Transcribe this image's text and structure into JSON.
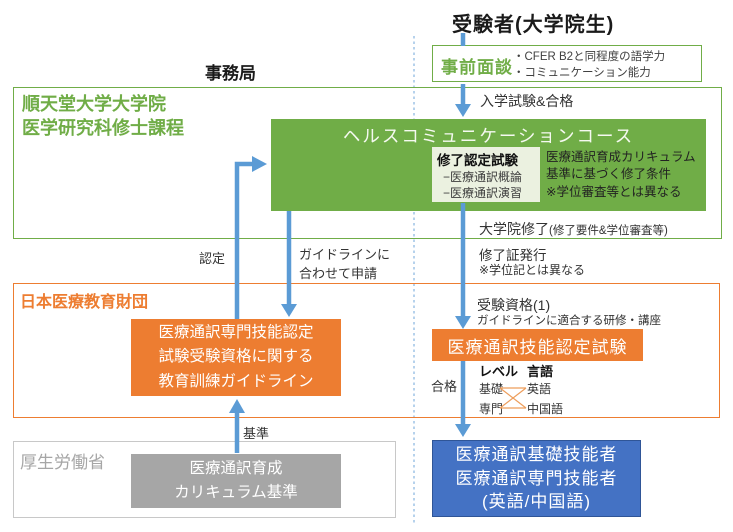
{
  "colors": {
    "green": "#70AD47",
    "orange": "#ED7D31",
    "blue_fill": "#4472C4",
    "blue_border": "#2F5597",
    "gray": "#A6A6A6",
    "arrow_blue": "#5B9BD5",
    "dotted_line": "#9DC3E6"
  },
  "top": {
    "examinee_title": "受験者(大学院生)",
    "office_label": "事務局"
  },
  "pre_interview": {
    "title": "事前面談",
    "bullets": [
      "・CFER B2と同程度の語学力",
      "・コミュニケーション能力"
    ]
  },
  "university": {
    "name_lines": [
      "順天堂大学大学院",
      "医学研究科修士課程"
    ],
    "course": {
      "title": "ヘルスコミュニケーションコース",
      "exam_box": {
        "title": "修了認定試験",
        "items": [
          "−医療通訳概論",
          "−医療通訳演習"
        ]
      },
      "notes": [
        "医療通訳育成カリキュラム",
        "基準に基づく修了条件",
        "※学位審査等とは異なる"
      ]
    }
  },
  "flow_labels": {
    "entrance": "入学試験&合格",
    "grad_completion": "大学院修了",
    "grad_completion_note": "(修了要件&学位審査等)",
    "certificate": "修了証発行",
    "certificate_note": "※学位記とは異なる",
    "certify": "認定",
    "guideline_apply_lines": [
      "ガイドラインに",
      "合わせて申請"
    ],
    "qualification": "受験資格(1)",
    "qualification_note": "ガイドラインに適合する研修・講座",
    "pass": "合格",
    "standard": "基準"
  },
  "foundation": {
    "name": "日本医療教育財団",
    "guideline_box_lines": [
      "医療通訳専門技能認定",
      "試験受験資格に関する",
      "教育訓練ガイドライン"
    ],
    "exam_box_label": "医療通訳技能認定試験",
    "matrix": {
      "level_header": "レベル",
      "language_header": "言語",
      "levels": [
        "基礎",
        "専門"
      ],
      "languages": [
        "英語",
        "中国語"
      ]
    }
  },
  "ministry": {
    "name": "厚生労働省",
    "box_lines": [
      "医療通訳育成",
      "カリキュラム基準"
    ]
  },
  "result_box": {
    "lines": [
      "医療通訳基礎技能者",
      "医療通訳専門技能者",
      "(英語/中国語)"
    ]
  }
}
